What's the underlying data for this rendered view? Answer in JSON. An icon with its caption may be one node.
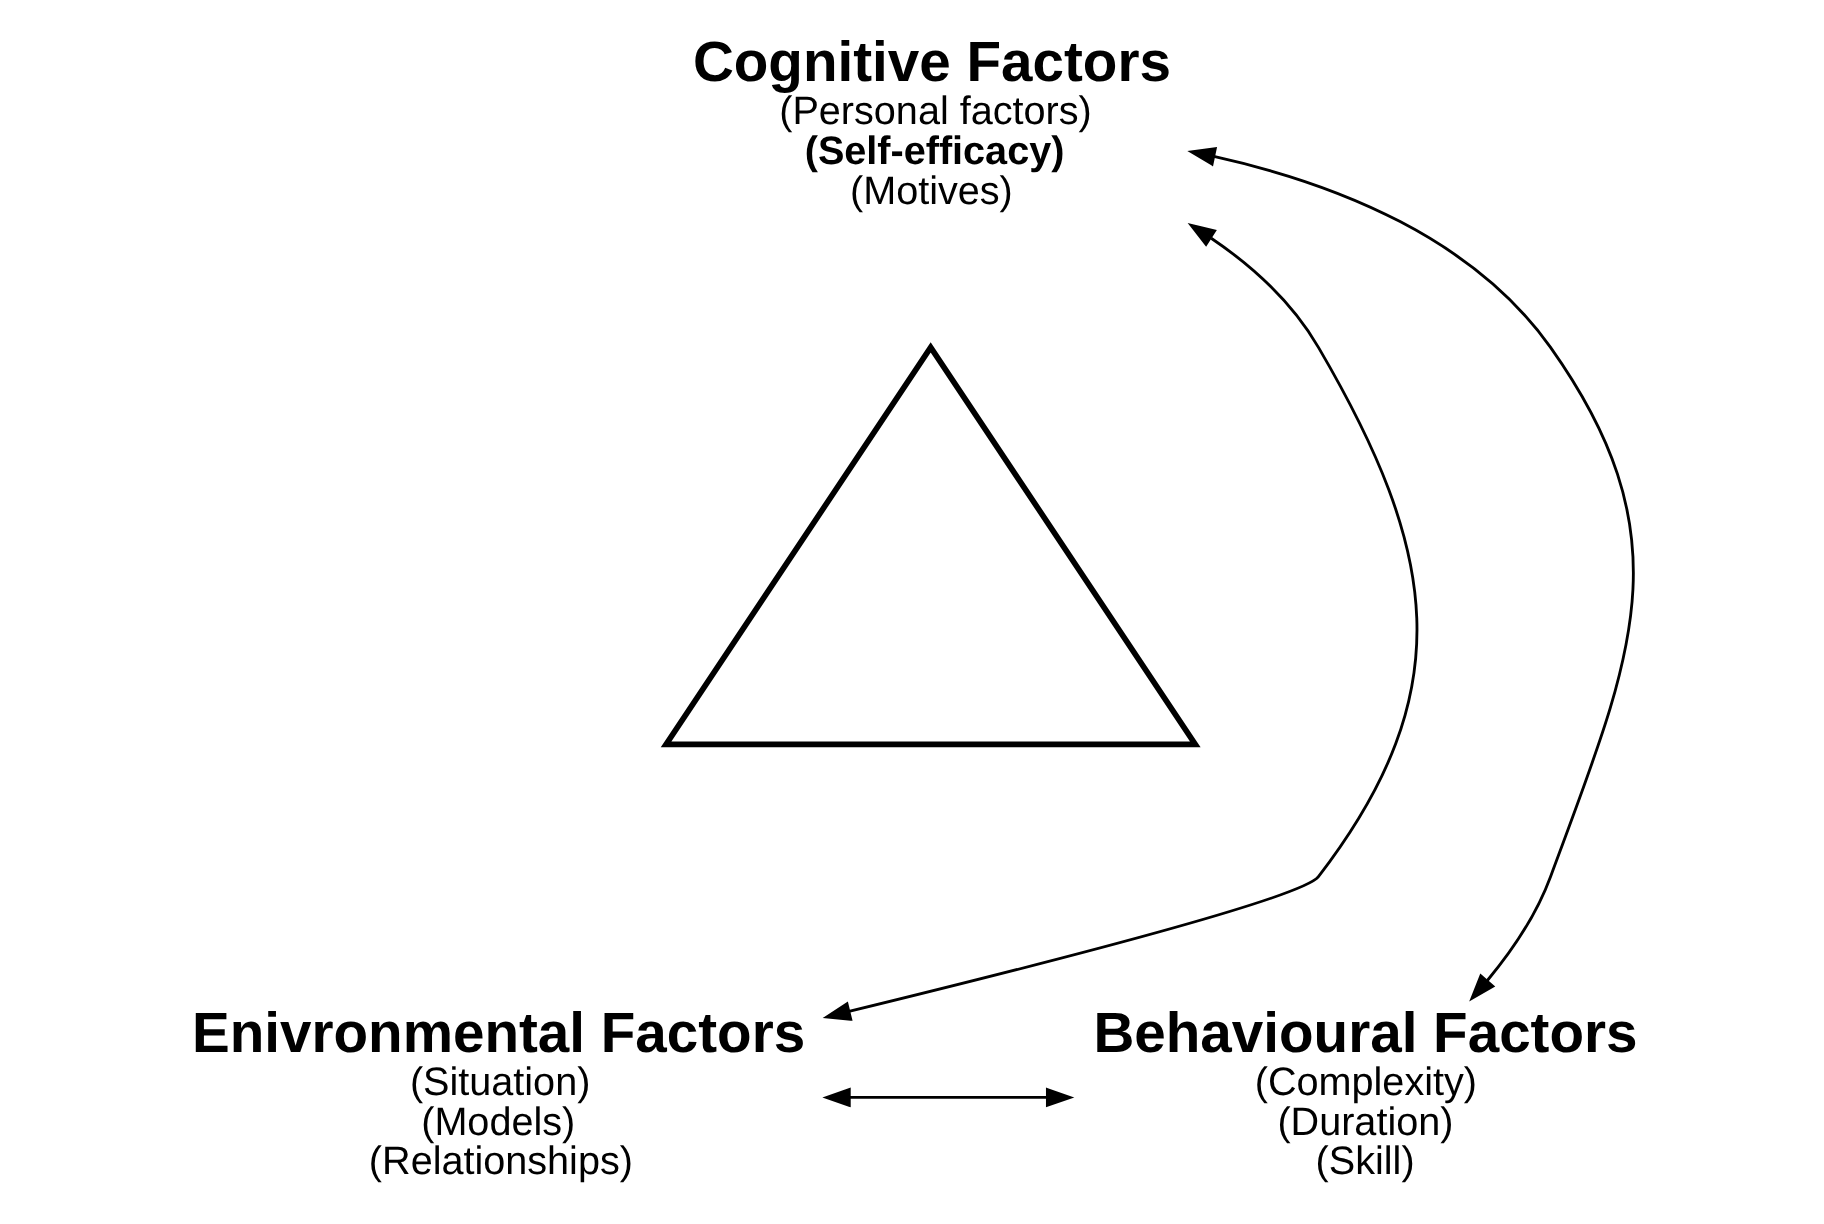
{
  "diagram": {
    "nodes": [
      {
        "text": [
          "Cognitive Factors",
          "(Personal factors)",
          "(Self-efficacy)",
          "(Motives)"
        ]
      },
      {
        "text": [],
        "shape": "triangle"
      },
      {
        "text": [
          "Enivronmental Factors",
          "(Situation)",
          "(Models)",
          "(Relationships)"
        ]
      },
      {
        "text": [
          "Behavioural Factors",
          "(Complexity)",
          "(Duration)",
          "(Skill)"
        ]
      }
    ],
    "edges": [
      {
        "from": 0,
        "to": 2,
        "arrow": "both"
      },
      {
        "from": 0,
        "to": 3,
        "arrow": "both"
      },
      {
        "from": 2,
        "to": 3,
        "arrow": "both"
      }
    ]
  }
}
